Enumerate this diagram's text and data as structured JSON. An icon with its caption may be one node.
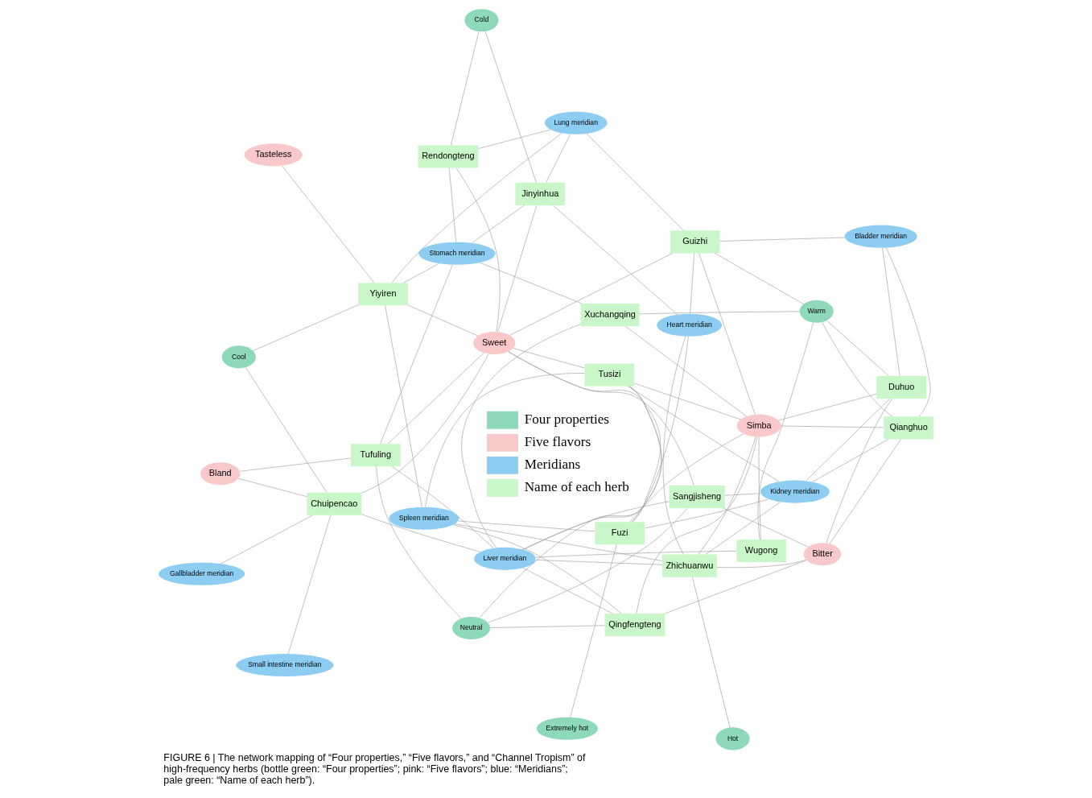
{
  "diagram": {
    "caption": "FIGURE 6 | The network mapping of “Four properties,” “Five flavors,” and “Channel Tropism” of high-frequency herbs (bottle green: “Four properties”; pink: “Five flavors”; blue: “Meridians”; pale green: “Name of each herb”).",
    "nodes": [
      {
        "text": [
          "Sangjisheng"
        ]
      },
      {
        "text": [
          "Guizhi"
        ]
      },
      {
        "text": [
          "Tufuling"
        ]
      },
      {
        "text": [
          "Fuzi"
        ]
      },
      {
        "text": [
          "Liver meridian"
        ]
      },
      {
        "text": [
          "Lung meridian"
        ]
      },
      {
        "text": [
          "Chuipencao"
        ]
      },
      {
        "text": [
          "Qianghuo"
        ]
      },
      {
        "text": [
          "Spleen meridian"
        ]
      },
      {
        "text": [
          "Simba"
        ]
      },
      {
        "text": [
          "Bland"
        ]
      },
      {
        "text": [
          "Stomach meridian"
        ]
      },
      {
        "text": [
          "Hot"
        ]
      },
      {
        "text": [
          "Zhichuanwu"
        ]
      },
      {
        "text": [
          "Extremely hot"
        ]
      },
      {
        "text": [
          "Cool"
        ]
      },
      {
        "text": [
          "Wugong"
        ]
      },
      {
        "text": [
          "Neutral"
        ]
      },
      {
        "text": [
          "Warm"
        ]
      },
      {
        "text": [
          "Kidney meridian"
        ]
      },
      {
        "text": [
          "Sweet"
        ]
      },
      {
        "text": [
          "Tasteless"
        ]
      },
      {
        "text": [
          "Small intestine meridian"
        ]
      },
      {
        "text": [
          "Cold"
        ]
      },
      {
        "text": [
          "Duhuo"
        ]
      },
      {
        "text": [
          "Tusizi"
        ]
      },
      {
        "text": [
          "Bitter"
        ]
      },
      {
        "text": [
          "Heart meridian"
        ]
      },
      {
        "text": [
          "Bladder meridian"
        ]
      },
      {
        "text": [
          "Rendongteng"
        ]
      },
      {
        "text": [
          "Jinyinhua"
        ]
      },
      {
        "text": [
          "Gallbladder meridian"
        ]
      },
      {
        "text": [
          "Yiyiren"
        ]
      },
      {
        "text": [
          "Xuchangqing"
        ]
      },
      {
        "text": [
          "Qingfengteng"
        ]
      }
    ],
    "edges": [
      {
        "from": 0,
        "to": 26,
        "arrow": "none"
      },
      {
        "from": 0,
        "to": 20,
        "arrow": "none"
      },
      {
        "from": 0,
        "to": 17,
        "arrow": "none"
      },
      {
        "from": 0,
        "to": 4,
        "arrow": "none"
      },
      {
        "from": 0,
        "to": 19,
        "arrow": "none"
      },
      {
        "from": 1,
        "to": 9,
        "arrow": "none"
      },
      {
        "from": 1,
        "to": 20,
        "arrow": "none"
      },
      {
        "from": 1,
        "to": 18,
        "arrow": "none"
      },
      {
        "from": 1,
        "to": 27,
        "arrow": "none"
      },
      {
        "from": 1,
        "to": 5,
        "arrow": "none"
      },
      {
        "from": 1,
        "to": 28,
        "arrow": "none"
      },
      {
        "from": 2,
        "to": 20,
        "arrow": "none"
      },
      {
        "from": 2,
        "to": 10,
        "arrow": "none"
      },
      {
        "from": 2,
        "to": 17,
        "arrow": "none"
      },
      {
        "from": 2,
        "to": 4,
        "arrow": "none"
      },
      {
        "from": 2,
        "to": 11,
        "arrow": "none"
      },
      {
        "from": 3,
        "to": 9,
        "arrow": "none"
      },
      {
        "from": 3,
        "to": 20,
        "arrow": "none"
      },
      {
        "from": 3,
        "to": 14,
        "arrow": "none"
      },
      {
        "from": 3,
        "to": 27,
        "arrow": "none"
      },
      {
        "from": 3,
        "to": 19,
        "arrow": "none"
      },
      {
        "from": 3,
        "to": 8,
        "arrow": "none"
      },
      {
        "from": 6,
        "to": 20,
        "arrow": "none"
      },
      {
        "from": 6,
        "to": 10,
        "arrow": "none"
      },
      {
        "from": 6,
        "to": 15,
        "arrow": "none"
      },
      {
        "from": 6,
        "to": 4,
        "arrow": "none"
      },
      {
        "from": 6,
        "to": 31,
        "arrow": "none"
      },
      {
        "from": 6,
        "to": 22,
        "arrow": "none"
      },
      {
        "from": 7,
        "to": 9,
        "arrow": "none"
      },
      {
        "from": 7,
        "to": 26,
        "arrow": "none"
      },
      {
        "from": 7,
        "to": 18,
        "arrow": "none"
      },
      {
        "from": 7,
        "to": 28,
        "arrow": "none"
      },
      {
        "from": 7,
        "to": 19,
        "arrow": "none"
      },
      {
        "from": 13,
        "to": 9,
        "arrow": "none"
      },
      {
        "from": 13,
        "to": 26,
        "arrow": "none"
      },
      {
        "from": 13,
        "to": 12,
        "arrow": "none"
      },
      {
        "from": 13,
        "to": 27,
        "arrow": "none"
      },
      {
        "from": 13,
        "to": 4,
        "arrow": "none"
      },
      {
        "from": 13,
        "to": 19,
        "arrow": "none"
      },
      {
        "from": 13,
        "to": 8,
        "arrow": "none"
      },
      {
        "from": 16,
        "to": 9,
        "arrow": "none"
      },
      {
        "from": 16,
        "to": 18,
        "arrow": "none"
      },
      {
        "from": 16,
        "to": 4,
        "arrow": "none"
      },
      {
        "from": 24,
        "to": 9,
        "arrow": "none"
      },
      {
        "from": 24,
        "to": 26,
        "arrow": "none"
      },
      {
        "from": 24,
        "to": 18,
        "arrow": "none"
      },
      {
        "from": 24,
        "to": 19,
        "arrow": "none"
      },
      {
        "from": 24,
        "to": 28,
        "arrow": "none"
      },
      {
        "from": 25,
        "to": 9,
        "arrow": "none"
      },
      {
        "from": 25,
        "to": 20,
        "arrow": "none"
      },
      {
        "from": 25,
        "to": 17,
        "arrow": "none"
      },
      {
        "from": 25,
        "to": 4,
        "arrow": "none"
      },
      {
        "from": 25,
        "to": 19,
        "arrow": "none"
      },
      {
        "from": 25,
        "to": 8,
        "arrow": "none"
      },
      {
        "from": 29,
        "to": 20,
        "arrow": "none"
      },
      {
        "from": 29,
        "to": 23,
        "arrow": "none"
      },
      {
        "from": 29,
        "to": 5,
        "arrow": "none"
      },
      {
        "from": 29,
        "to": 11,
        "arrow": "none"
      },
      {
        "from": 30,
        "to": 20,
        "arrow": "none"
      },
      {
        "from": 30,
        "to": 23,
        "arrow": "none"
      },
      {
        "from": 30,
        "to": 5,
        "arrow": "none"
      },
      {
        "from": 30,
        "to": 27,
        "arrow": "none"
      },
      {
        "from": 30,
        "to": 11,
        "arrow": "none"
      },
      {
        "from": 32,
        "to": 20,
        "arrow": "none"
      },
      {
        "from": 32,
        "to": 21,
        "arrow": "none"
      },
      {
        "from": 32,
        "to": 15,
        "arrow": "none"
      },
      {
        "from": 32,
        "to": 8,
        "arrow": "none"
      },
      {
        "from": 32,
        "to": 11,
        "arrow": "none"
      },
      {
        "from": 32,
        "to": 5,
        "arrow": "none"
      },
      {
        "from": 33,
        "to": 9,
        "arrow": "none"
      },
      {
        "from": 33,
        "to": 18,
        "arrow": "none"
      },
      {
        "from": 33,
        "to": 4,
        "arrow": "none"
      },
      {
        "from": 33,
        "to": 11,
        "arrow": "none"
      },
      {
        "from": 34,
        "to": 26,
        "arrow": "none"
      },
      {
        "from": 34,
        "to": 9,
        "arrow": "none"
      },
      {
        "from": 34,
        "to": 17,
        "arrow": "none"
      },
      {
        "from": 34,
        "to": 4,
        "arrow": "none"
      },
      {
        "from": 34,
        "to": 8,
        "arrow": "none"
      }
    ],
    "legend": [
      {
        "text": "Four properties",
        "color": "#8fd9bb"
      },
      {
        "text": "Five flavors",
        "color": "#f9c9c9"
      },
      {
        "text": "Meridians",
        "color": "#8dcdf2"
      },
      {
        "text": "Name of each herb",
        "color": "#c9f7c9"
      }
    ]
  }
}
